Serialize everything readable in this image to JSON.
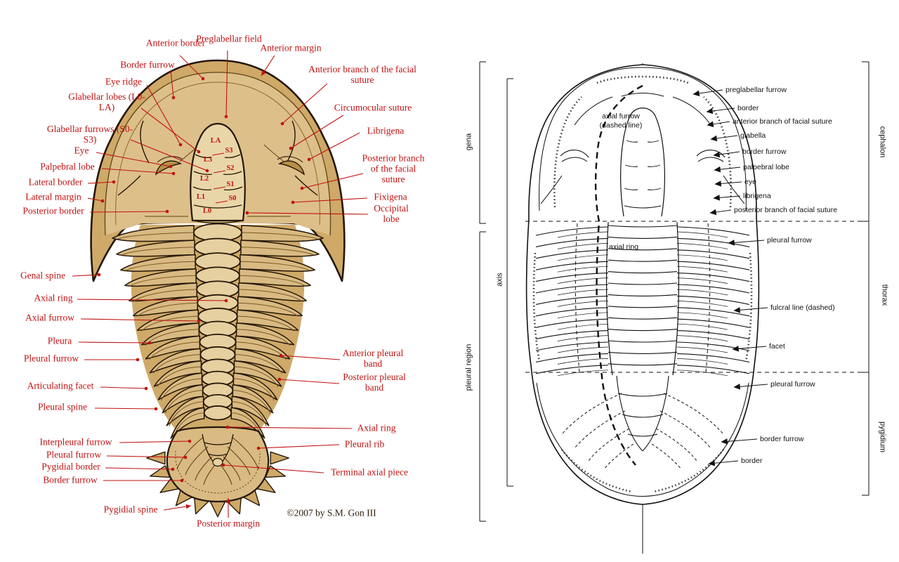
{
  "left_diagram": {
    "label_color": "#c11212",
    "body_color": "#d8b77d",
    "body_dark": "#cfa968",
    "body_light": "#e6d0a0",
    "outline_color": "#241708",
    "labels": [
      "Anterior border",
      "Preglabellar field",
      "Anterior margin",
      "Border furrow",
      "Anterior branch of the facial suture",
      "Eye ridge",
      "Glabellar lobes (L0-LA)",
      "Circumocular suture",
      "Glabellar furrows (S0-S3)",
      "Librigena",
      "Eye",
      "Palpebral lobe",
      "Posterior branch of the facial suture",
      "Lateral border",
      "Lateral margin",
      "Fixigena",
      "Posterior border",
      "Occipital lobe",
      "Genal spine",
      "Axial ring",
      "Axial furrow",
      "Pleura",
      "Pleural furrow",
      "Anterior pleural band",
      "Posterior pleural band",
      "Articulating facet",
      "Pleural spine",
      "Axial ring",
      "Interpleural furrow",
      "Pleural rib",
      "Pleural furrow",
      "Pygidial border",
      "Terminal axial piece",
      "Border furrow",
      "Pygidial spine",
      "Posterior margin"
    ],
    "axial_lobe_labels": [
      "LA",
      "S3",
      "L3",
      "S2",
      "L2",
      "S1",
      "L1",
      "S0",
      "L0"
    ],
    "credit": "©2007 by S.M. Gon III"
  },
  "right_diagram": {
    "ink_color": "#111111",
    "labels": [
      "preglabellar furrow",
      "border",
      "anterior branch of facial suture",
      "glabella",
      "border furrow",
      "palpebral lobe",
      "eye",
      "librigena",
      "posterior branch of facial suture",
      "pleural furrow",
      "fulcral line (dashed)",
      "facet",
      "pleural furrow",
      "border furrow",
      "border"
    ],
    "internal_labels": [
      "axial furrow (dashed line)",
      "axial ring"
    ],
    "region_labels_left": [
      "gena",
      "axis",
      "pleural region"
    ],
    "region_labels_right": [
      "cephalon",
      "thorax",
      "pygidium"
    ]
  }
}
